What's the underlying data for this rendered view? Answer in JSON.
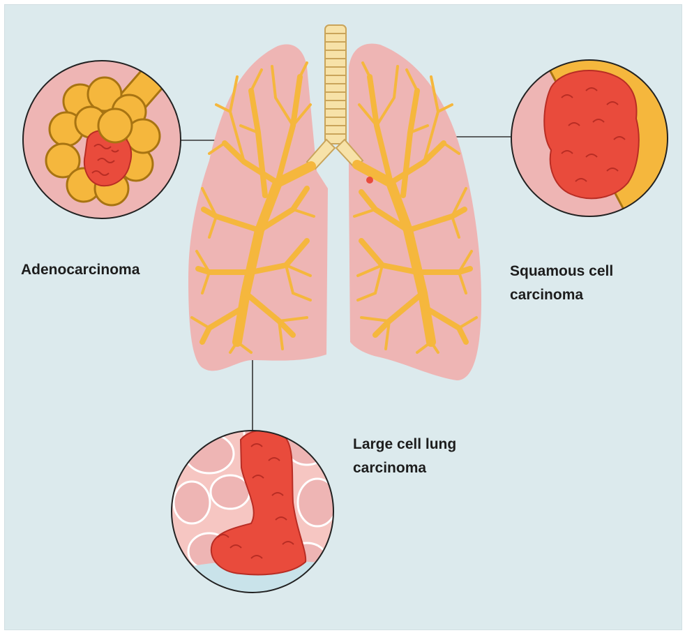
{
  "labels": {
    "adenocarcinoma": "Adenocarcinoma",
    "squamous_cell": "Squamous cell\ncarcinoma",
    "large_cell": "Large cell lung\ncarcinoma"
  },
  "colors": {
    "background": "#dceaed",
    "lung_tissue": "#eeb5b4",
    "lung_tissue_light": "#f6c6c2",
    "bronchi": "#f5b73d",
    "bronchi_outline": "#c58b1e",
    "tumor": "#e94b3c",
    "tumor_outline": "#b82d24",
    "trachea": "#f7e2a8",
    "leader_line": "#333333"
  }
}
